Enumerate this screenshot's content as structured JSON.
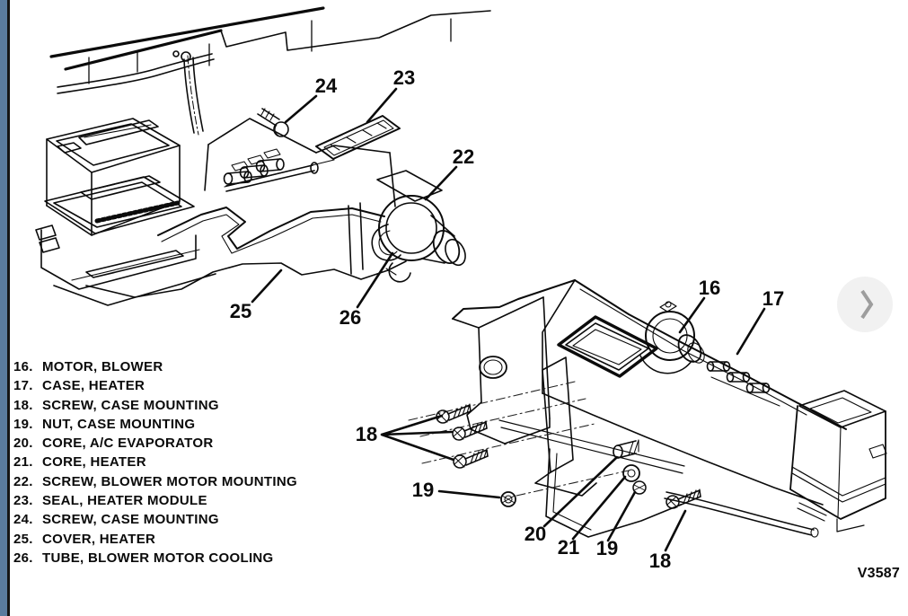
{
  "viewer": {
    "next_button_aria": "Next image",
    "next_button_icon": "chevron-right"
  },
  "figure": {
    "code": "V3587",
    "legend_items": [
      {
        "num": "16.",
        "label": "MOTOR,  BLOWER"
      },
      {
        "num": "17.",
        "label": "CASE,  HEATER"
      },
      {
        "num": "18.",
        "label": "SCREW,  CASE  MOUNTING"
      },
      {
        "num": "19.",
        "label": "NUT,  CASE  MOUNTING"
      },
      {
        "num": "20.",
        "label": "CORE,  A/C  EVAPORATOR"
      },
      {
        "num": "21.",
        "label": "CORE,  HEATER"
      },
      {
        "num": "22.",
        "label": "SCREW,  BLOWER  MOTOR  MOUNTING"
      },
      {
        "num": "23.",
        "label": "SEAL,  HEATER  MODULE"
      },
      {
        "num": "24.",
        "label": "SCREW,  CASE  MOUNTING"
      },
      {
        "num": "25.",
        "label": "COVER,  HEATER"
      },
      {
        "num": "26.",
        "label": "TUBE,  BLOWER  MOTOR  COOLING"
      }
    ],
    "upper_callouts": {
      "c24": "24",
      "c23": "23",
      "c22": "22",
      "c25": "25",
      "c26": "26"
    },
    "lower_callouts": {
      "c16": "16",
      "c17": "17",
      "c18_left": "18",
      "c19_left": "19",
      "c20": "20",
      "c21": "21",
      "c19_bottom": "19",
      "c18_bottom": "18"
    }
  },
  "colors": {
    "page_edge_strip": "#5a7b9e",
    "edge_divider": "#151515",
    "line_art": "#0b0b0b",
    "next_button_bg": "#f1f1f1",
    "next_button_chevron": "#9d9d9d"
  }
}
